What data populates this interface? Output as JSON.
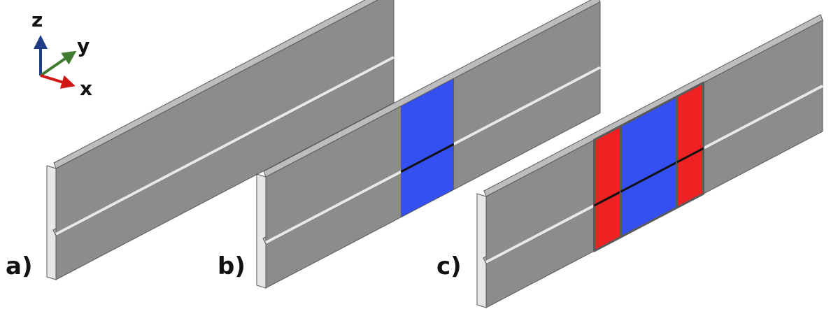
{
  "axes": {
    "z_label": "z",
    "y_label": "y",
    "x_label": "x"
  },
  "panels": [
    {
      "label": "a)",
      "regions": []
    },
    {
      "label": "b)",
      "regions": [
        "blue"
      ]
    },
    {
      "label": "c)",
      "regions": [
        "red",
        "blue",
        "red"
      ]
    }
  ],
  "colors": {
    "top": "#bdbdbd",
    "front": "#8c8c8c",
    "end": "#e6e6e6",
    "edge": "#5a5a5a",
    "blue": "#3550f0",
    "red": "#ee2222",
    "z_axis": "#1f3c87",
    "y_axis": "#3f7a2e",
    "x_axis": "#d01515"
  }
}
